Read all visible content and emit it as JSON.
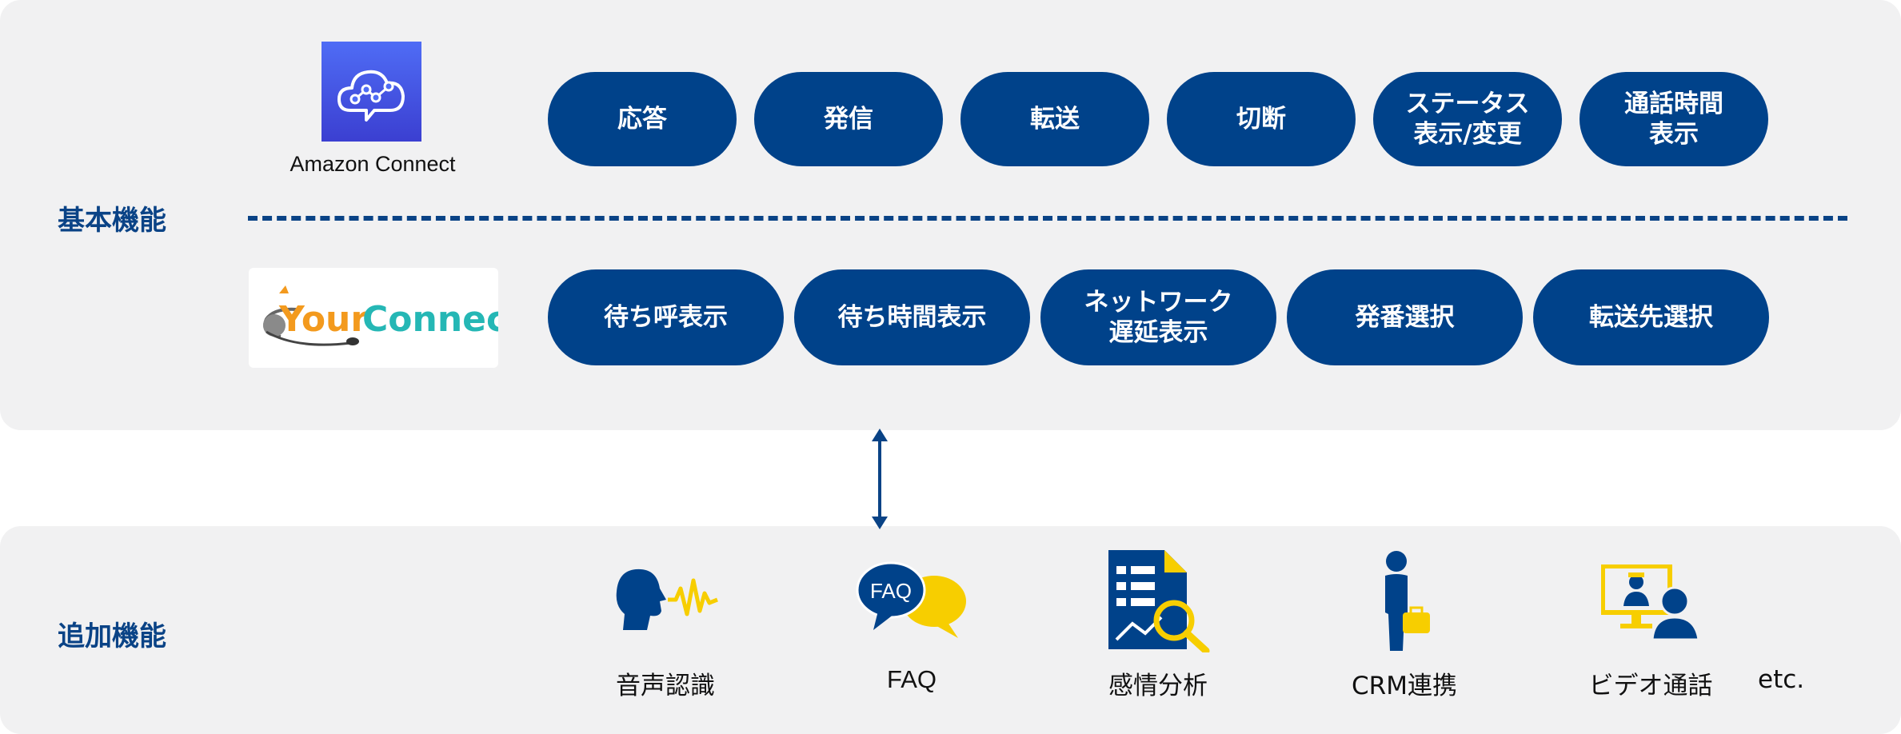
{
  "sections": {
    "basic_label": "基本機能",
    "additional_label": "追加機能"
  },
  "amazon_connect": {
    "caption": "Amazon Connect",
    "icon": "amazon-connect-cloud-icon"
  },
  "your_connect": {
    "logo_text_a": "Your",
    "logo_text_b": "Connect",
    "icon": "headset-icon"
  },
  "basic_features_amazon": [
    "応答",
    "発信",
    "転送",
    "切断",
    "ステータス\n表示/変更",
    "通話時間\n表示"
  ],
  "basic_features_yourconnect": [
    "待ち呼表示",
    "待ち時間表示",
    "ネットワーク\n遅延表示",
    "発番選択",
    "転送先選択"
  ],
  "additional_features": [
    {
      "label": "音声認識",
      "icon": "speech-recognition-icon"
    },
    {
      "label": "FAQ",
      "icon": "faq-bubble-icon",
      "icon_text": "FAQ"
    },
    {
      "label": "感情分析",
      "icon": "document-analysis-icon"
    },
    {
      "label": "CRM連携",
      "icon": "person-briefcase-icon"
    },
    {
      "label": "ビデオ通話",
      "icon": "video-call-icon"
    }
  ],
  "etc": "etc.",
  "colors": {
    "navy": "#00428a",
    "yellow": "#f7ce00",
    "panel": "#f1f1f2",
    "aws_purple": "#4f6cf5"
  }
}
